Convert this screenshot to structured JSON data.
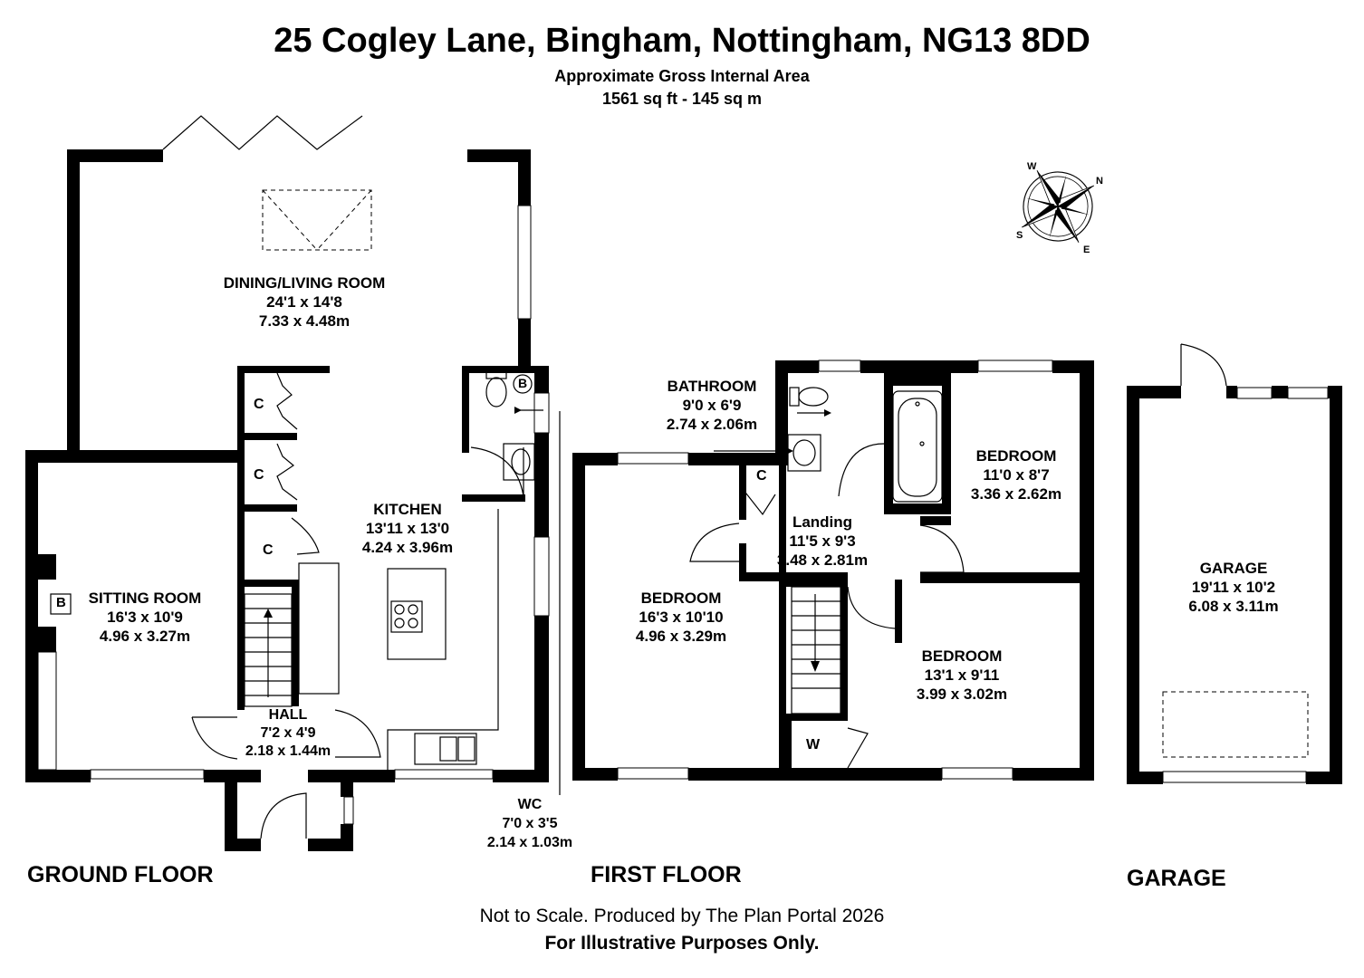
{
  "header": {
    "address": "25 Cogley Lane, Bingham, Nottingham, NG13 8DD",
    "area_title": "Approximate Gross Internal Area",
    "area_value": "1561 sq ft - 145 sq m"
  },
  "floors": {
    "ground": "GROUND FLOOR",
    "first": "FIRST FLOOR",
    "garage": "GARAGE"
  },
  "rooms": {
    "dining": {
      "name": "DINING/LIVING ROOM",
      "imperial": "24'1 x 14'8",
      "metric": "7.33 x 4.48m"
    },
    "kitchen": {
      "name": "KITCHEN",
      "imperial": "13'11 x 13'0",
      "metric": "4.24 x 3.96m"
    },
    "sitting": {
      "name": "SITTING ROOM",
      "imperial": "16'3 x 10'9",
      "metric": "4.96 x 3.27m"
    },
    "hall": {
      "name": "HALL",
      "imperial": "7'2 x 4'9",
      "metric": "2.18 x 1.44m"
    },
    "wc": {
      "name": "WC",
      "imperial": "7'0 x 3'5",
      "metric": "2.14 x 1.03m"
    },
    "bathroom": {
      "name": "BATHROOM",
      "imperial": "9'0 x 6'9",
      "metric": "2.74 x 2.06m"
    },
    "landing": {
      "name": "Landing",
      "imperial": "11'5 x 9'3",
      "metric": "3.48 x 2.81m"
    },
    "bedroom1": {
      "name": "BEDROOM",
      "imperial": "16'3 x 10'10",
      "metric": "4.96 x 3.29m"
    },
    "bedroom2": {
      "name": "BEDROOM",
      "imperial": "11'0 x 8'7",
      "metric": "3.36 x 2.62m"
    },
    "bedroom3": {
      "name": "BEDROOM",
      "imperial": "13'1 x 9'11",
      "metric": "3.99 x 3.02m"
    },
    "garage": {
      "name": "GARAGE",
      "imperial": "19'11 x 10'2",
      "metric": "6.08 x 3.11m"
    }
  },
  "markers": {
    "cupboard": "C",
    "boiler": "B",
    "wardrobe": "W"
  },
  "compass": {
    "n": "N",
    "s": "S",
    "e": "E",
    "w": "W"
  },
  "footer": {
    "line1": "Not to Scale. Produced by The Plan Portal 2026",
    "line2": "For Illustrative Purposes Only."
  }
}
